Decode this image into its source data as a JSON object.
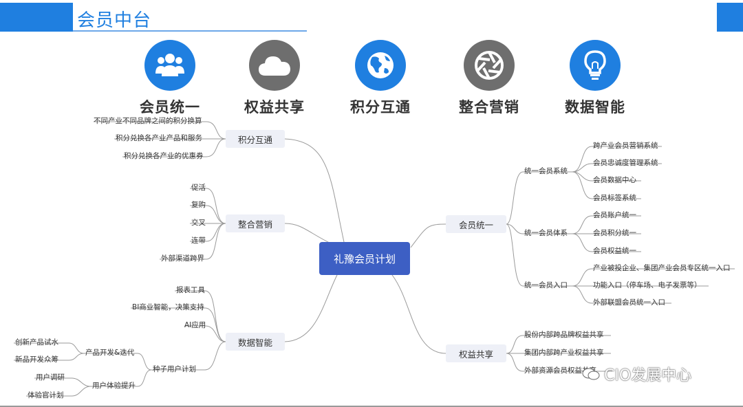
{
  "header": {
    "title": "会员中台"
  },
  "colors": {
    "accent": "#1f7fe0",
    "root": "#3d5fc4",
    "node_bg": "#eef0f7",
    "icon_grey": "#6e6e6e"
  },
  "features": [
    {
      "label": "会员统一",
      "icon": "users-icon",
      "color": "#1f7fe0"
    },
    {
      "label": "权益共享",
      "icon": "cloud-icon",
      "color": "#6e6e6e"
    },
    {
      "label": "积分互通",
      "icon": "globe-icon",
      "color": "#1f7fe0"
    },
    {
      "label": "整合营销",
      "icon": "aperture-icon",
      "color": "#6e6e6e"
    },
    {
      "label": "数据智能",
      "icon": "lightbulb-icon",
      "color": "#1f7fe0"
    }
  ],
  "mindmap": {
    "root": "礼豫会员计划",
    "left": {
      "jifen": {
        "label": "积分互通",
        "items": [
          "不同产业不同品牌之间的积分换算",
          "积分兑换各产业产品和服务",
          "积分兑换各产业的优惠券"
        ]
      },
      "yingxiao": {
        "label": "整合营销",
        "items": [
          "促活",
          "复购",
          "交叉",
          "连带",
          "外部渠道跨界"
        ]
      },
      "shuju": {
        "label": "数据智能",
        "items": [
          "报表工具",
          "BI商业智能，决策支持",
          "AI应用"
        ],
        "seed": {
          "label": "种子用户计划",
          "a": {
            "label": "产品开发&迭代",
            "items": [
              "创新产品试水",
              "新品开发众筹"
            ]
          },
          "b": {
            "label": "用户体验提升",
            "items": [
              "用户调研",
              "体验官计划"
            ]
          }
        }
      }
    },
    "right": {
      "huiyuan": {
        "label": "会员统一",
        "xitong": {
          "label": "统一会员系统",
          "items": [
            "跨产业会员营销系统",
            "会员忠诚度管理系统",
            "会员数据中心",
            "会员标签系统"
          ]
        },
        "tixi": {
          "label": "统一会员体系",
          "items": [
            "会员账户统一",
            "会员积分统一",
            "会员权益统一"
          ]
        },
        "rukou": {
          "label": "统一会员入口",
          "items": [
            "产业被投企业、集团产业会员专区统一入口",
            "功能入口（停车场、电子发票等）",
            "外部联盟会员统一入口"
          ]
        }
      },
      "quanyi": {
        "label": "权益共享",
        "items": [
          "股份内部跨品牌权益共享",
          "集团内部跨产业权益共享",
          "外部资源会员权益共享"
        ]
      }
    }
  },
  "watermark": "CIO发展中心"
}
